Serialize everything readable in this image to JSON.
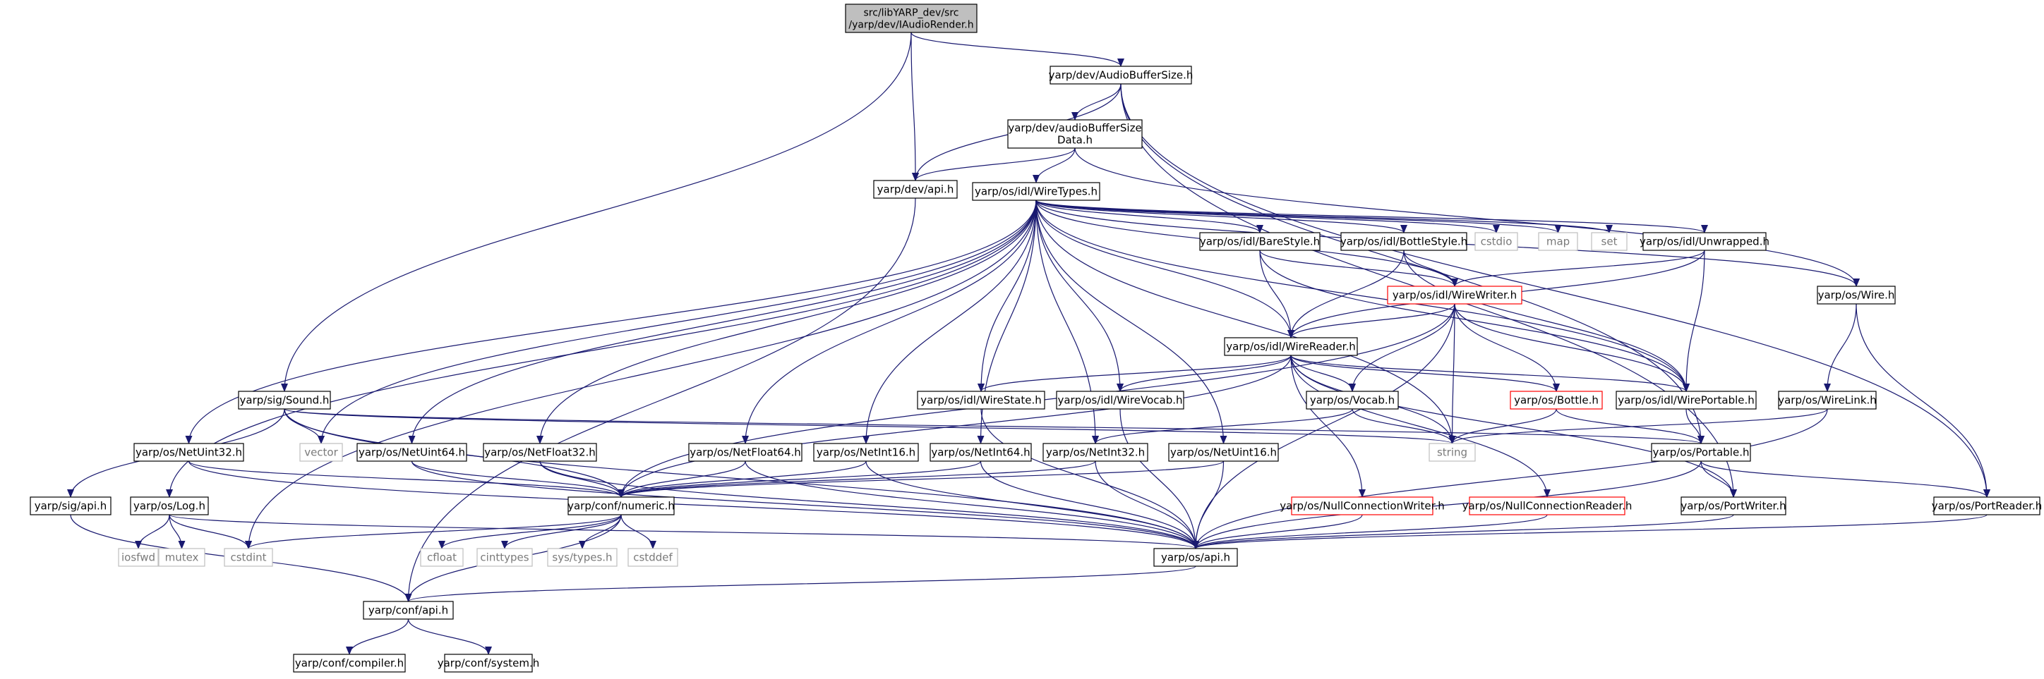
{
  "colors": {
    "edge": "#191970",
    "node_border": "#000000",
    "root_fill": "#bfbfbf",
    "system_border": "#bfbfbf",
    "undocumented_border": "#ff0000",
    "system_text": "#7a7a7a"
  },
  "nodes": [
    {
      "id": "root",
      "kind": "root",
      "lines": [
        "src/libYARP_dev/src",
        "/yarp/dev/IAudioRender.h"
      ]
    },
    {
      "id": "audiobuffersize",
      "kind": "normal",
      "lines": [
        "yarp/dev/AudioBufferSize.h"
      ]
    },
    {
      "id": "audiobuffersizedata",
      "kind": "normal",
      "lines": [
        "yarp/dev/audioBufferSize",
        "Data.h"
      ]
    },
    {
      "id": "devapi",
      "kind": "normal",
      "lines": [
        "yarp/dev/api.h"
      ]
    },
    {
      "id": "wiretypes",
      "kind": "normal",
      "lines": [
        "yarp/os/idl/WireTypes.h"
      ]
    },
    {
      "id": "barestyle",
      "kind": "normal",
      "lines": [
        "yarp/os/idl/BareStyle.h"
      ]
    },
    {
      "id": "bottlestyle",
      "kind": "normal",
      "lines": [
        "yarp/os/idl/BottleStyle.h"
      ]
    },
    {
      "id": "unwrapped",
      "kind": "normal",
      "lines": [
        "yarp/os/idl/Unwrapped.h"
      ]
    },
    {
      "id": "cstdio",
      "kind": "system",
      "lines": [
        "cstdio"
      ]
    },
    {
      "id": "map",
      "kind": "system",
      "lines": [
        "map"
      ]
    },
    {
      "id": "set",
      "kind": "system",
      "lines": [
        "set"
      ]
    },
    {
      "id": "wire",
      "kind": "normal",
      "lines": [
        "yarp/os/Wire.h"
      ]
    },
    {
      "id": "wirewriter",
      "kind": "undocumented",
      "lines": [
        "yarp/os/idl/WireWriter.h"
      ]
    },
    {
      "id": "wirereader",
      "kind": "normal",
      "lines": [
        "yarp/os/idl/WireReader.h"
      ]
    },
    {
      "id": "sound",
      "kind": "normal",
      "lines": [
        "yarp/sig/Sound.h"
      ]
    },
    {
      "id": "wirestate",
      "kind": "normal",
      "lines": [
        "yarp/os/idl/WireState.h"
      ]
    },
    {
      "id": "wirevocab",
      "kind": "normal",
      "lines": [
        "yarp/os/idl/WireVocab.h"
      ]
    },
    {
      "id": "vocab",
      "kind": "normal",
      "lines": [
        "yarp/os/Vocab.h"
      ]
    },
    {
      "id": "bottle",
      "kind": "undocumented",
      "lines": [
        "yarp/os/Bottle.h"
      ]
    },
    {
      "id": "wireportable",
      "kind": "normal",
      "lines": [
        "yarp/os/idl/WirePortable.h"
      ]
    },
    {
      "id": "wirelink",
      "kind": "normal",
      "lines": [
        "yarp/os/WireLink.h"
      ]
    },
    {
      "id": "vector",
      "kind": "system",
      "lines": [
        "vector"
      ]
    },
    {
      "id": "string",
      "kind": "system",
      "lines": [
        "string"
      ]
    },
    {
      "id": "netuint32",
      "kind": "normal",
      "lines": [
        "yarp/os/NetUint32.h"
      ]
    },
    {
      "id": "netuint64",
      "kind": "normal",
      "lines": [
        "yarp/os/NetUint64.h"
      ]
    },
    {
      "id": "netfloat32",
      "kind": "normal",
      "lines": [
        "yarp/os/NetFloat32.h"
      ]
    },
    {
      "id": "netfloat64",
      "kind": "normal",
      "lines": [
        "yarp/os/NetFloat64.h"
      ]
    },
    {
      "id": "netint16",
      "kind": "normal",
      "lines": [
        "yarp/os/NetInt16.h"
      ]
    },
    {
      "id": "netint64",
      "kind": "normal",
      "lines": [
        "yarp/os/NetInt64.h"
      ]
    },
    {
      "id": "netint32",
      "kind": "normal",
      "lines": [
        "yarp/os/NetInt32.h"
      ]
    },
    {
      "id": "netuint16",
      "kind": "normal",
      "lines": [
        "yarp/os/NetUint16.h"
      ]
    },
    {
      "id": "portable",
      "kind": "normal",
      "lines": [
        "yarp/os/Portable.h"
      ]
    },
    {
      "id": "sigapi",
      "kind": "normal",
      "lines": [
        "yarp/sig/api.h"
      ]
    },
    {
      "id": "log",
      "kind": "normal",
      "lines": [
        "yarp/os/Log.h"
      ]
    },
    {
      "id": "numeric",
      "kind": "normal",
      "lines": [
        "yarp/conf/numeric.h"
      ]
    },
    {
      "id": "nullwriter",
      "kind": "undocumented",
      "lines": [
        "yarp/os/NullConnectionWriter.h"
      ]
    },
    {
      "id": "nullreader",
      "kind": "undocumented",
      "lines": [
        "yarp/os/NullConnectionReader.h"
      ]
    },
    {
      "id": "portwriter",
      "kind": "normal",
      "lines": [
        "yarp/os/PortWriter.h"
      ]
    },
    {
      "id": "portreader",
      "kind": "normal",
      "lines": [
        "yarp/os/PortReader.h"
      ]
    },
    {
      "id": "iosfwd",
      "kind": "system",
      "lines": [
        "iosfwd"
      ]
    },
    {
      "id": "mutex",
      "kind": "system",
      "lines": [
        "mutex"
      ]
    },
    {
      "id": "cstdint",
      "kind": "system",
      "lines": [
        "cstdint"
      ]
    },
    {
      "id": "cfloat",
      "kind": "system",
      "lines": [
        "cfloat"
      ]
    },
    {
      "id": "cinttypes",
      "kind": "system",
      "lines": [
        "cinttypes"
      ]
    },
    {
      "id": "systypes",
      "kind": "system",
      "lines": [
        "sys/types.h"
      ]
    },
    {
      "id": "cstddef",
      "kind": "system",
      "lines": [
        "cstddef"
      ]
    },
    {
      "id": "osapi",
      "kind": "normal",
      "lines": [
        "yarp/os/api.h"
      ]
    },
    {
      "id": "confapi",
      "kind": "normal",
      "lines": [
        "yarp/conf/api.h"
      ]
    },
    {
      "id": "compiler",
      "kind": "normal",
      "lines": [
        "yarp/conf/compiler.h"
      ]
    },
    {
      "id": "system",
      "kind": "normal",
      "lines": [
        "yarp/conf/system.h"
      ]
    }
  ],
  "edges": [
    [
      "root",
      "audiobuffersize"
    ],
    [
      "root",
      "devapi"
    ],
    [
      "root",
      "sound"
    ],
    [
      "audiobuffersize",
      "audiobuffersizedata"
    ],
    [
      "audiobuffersize",
      "devapi"
    ],
    [
      "audiobuffersize",
      "portable"
    ],
    [
      "audiobuffersize",
      "portreader"
    ],
    [
      "audiobuffersize",
      "portwriter"
    ],
    [
      "audiobuffersizedata",
      "devapi"
    ],
    [
      "audiobuffersizedata",
      "wiretypes"
    ],
    [
      "audiobuffersizedata",
      "wire"
    ],
    [
      "devapi",
      "confapi"
    ],
    [
      "wiretypes",
      "barestyle"
    ],
    [
      "wiretypes",
      "bottlestyle"
    ],
    [
      "wiretypes",
      "unwrapped"
    ],
    [
      "wiretypes",
      "cstdio"
    ],
    [
      "wiretypes",
      "map"
    ],
    [
      "wiretypes",
      "set"
    ],
    [
      "wiretypes",
      "wire"
    ],
    [
      "wiretypes",
      "wirewriter"
    ],
    [
      "wiretypes",
      "wirereader"
    ],
    [
      "wiretypes",
      "wirestate"
    ],
    [
      "wiretypes",
      "wirevocab"
    ],
    [
      "wiretypes",
      "wireportable"
    ],
    [
      "wiretypes",
      "string"
    ],
    [
      "wiretypes",
      "vector"
    ],
    [
      "wiretypes",
      "netuint32"
    ],
    [
      "wiretypes",
      "netuint64"
    ],
    [
      "wiretypes",
      "netfloat32"
    ],
    [
      "wiretypes",
      "netfloat64"
    ],
    [
      "wiretypes",
      "netint16"
    ],
    [
      "wiretypes",
      "netint64"
    ],
    [
      "wiretypes",
      "netint32"
    ],
    [
      "wiretypes",
      "netuint16"
    ],
    [
      "wiretypes",
      "log"
    ],
    [
      "wiretypes",
      "cstdint"
    ],
    [
      "barestyle",
      "wirereader"
    ],
    [
      "barestyle",
      "wirewriter"
    ],
    [
      "barestyle",
      "wireportable"
    ],
    [
      "bottlestyle",
      "wirereader"
    ],
    [
      "bottlestyle",
      "wirewriter"
    ],
    [
      "bottlestyle",
      "wireportable"
    ],
    [
      "unwrapped",
      "wirereader"
    ],
    [
      "unwrapped",
      "wirewriter"
    ],
    [
      "unwrapped",
      "wireportable"
    ],
    [
      "wire",
      "wirelink"
    ],
    [
      "wire",
      "portreader"
    ],
    [
      "wirewriter",
      "wirereader"
    ],
    [
      "wirewriter",
      "vocab"
    ],
    [
      "wirewriter",
      "bottle"
    ],
    [
      "wirewriter",
      "wireportable"
    ],
    [
      "wirewriter",
      "string"
    ],
    [
      "wirewriter",
      "numeric"
    ],
    [
      "wirewriter",
      "osapi"
    ],
    [
      "wirereader",
      "wirestate"
    ],
    [
      "wirereader",
      "wirevocab"
    ],
    [
      "wirereader",
      "vocab"
    ],
    [
      "wirereader",
      "bottle"
    ],
    [
      "wirereader",
      "wireportable"
    ],
    [
      "wirereader",
      "string"
    ],
    [
      "wirereader",
      "numeric"
    ],
    [
      "wirereader",
      "nullwriter"
    ],
    [
      "wirereader",
      "nullreader"
    ],
    [
      "wirereader",
      "portwriter"
    ],
    [
      "sound",
      "vector"
    ],
    [
      "sound",
      "string"
    ],
    [
      "sound",
      "portable"
    ],
    [
      "sound",
      "sigapi"
    ],
    [
      "sound",
      "numeric"
    ],
    [
      "sound",
      "osapi"
    ],
    [
      "wirestate",
      "osapi"
    ],
    [
      "wirevocab",
      "osapi"
    ],
    [
      "vocab",
      "string"
    ],
    [
      "vocab",
      "netint32"
    ],
    [
      "bottle",
      "string"
    ],
    [
      "bottle",
      "portable"
    ],
    [
      "wireportable",
      "portable"
    ],
    [
      "wirelink",
      "string"
    ],
    [
      "wirelink",
      "osapi"
    ],
    [
      "netuint32",
      "numeric"
    ],
    [
      "netuint32",
      "osapi"
    ],
    [
      "netuint64",
      "numeric"
    ],
    [
      "netuint64",
      "osapi"
    ],
    [
      "netfloat32",
      "numeric"
    ],
    [
      "netfloat32",
      "osapi"
    ],
    [
      "netfloat64",
      "numeric"
    ],
    [
      "netfloat64",
      "osapi"
    ],
    [
      "netint16",
      "numeric"
    ],
    [
      "netint16",
      "osapi"
    ],
    [
      "netint64",
      "numeric"
    ],
    [
      "netint64",
      "osapi"
    ],
    [
      "netint32",
      "numeric"
    ],
    [
      "netint32",
      "osapi"
    ],
    [
      "netuint16",
      "numeric"
    ],
    [
      "netuint16",
      "osapi"
    ],
    [
      "portable",
      "portwriter"
    ],
    [
      "portable",
      "portreader"
    ],
    [
      "portable",
      "osapi"
    ],
    [
      "sigapi",
      "confapi"
    ],
    [
      "log",
      "iosfwd"
    ],
    [
      "log",
      "mutex"
    ],
    [
      "log",
      "cstdint"
    ],
    [
      "log",
      "osapi"
    ],
    [
      "numeric",
      "cstdint"
    ],
    [
      "numeric",
      "cfloat"
    ],
    [
      "numeric",
      "cinttypes"
    ],
    [
      "numeric",
      "systypes"
    ],
    [
      "numeric",
      "cstddef"
    ],
    [
      "numeric",
      "confapi"
    ],
    [
      "nullwriter",
      "osapi"
    ],
    [
      "nullreader",
      "osapi"
    ],
    [
      "portwriter",
      "osapi"
    ],
    [
      "portreader",
      "osapi"
    ],
    [
      "osapi",
      "confapi"
    ],
    [
      "confapi",
      "compiler"
    ],
    [
      "confapi",
      "system"
    ]
  ]
}
